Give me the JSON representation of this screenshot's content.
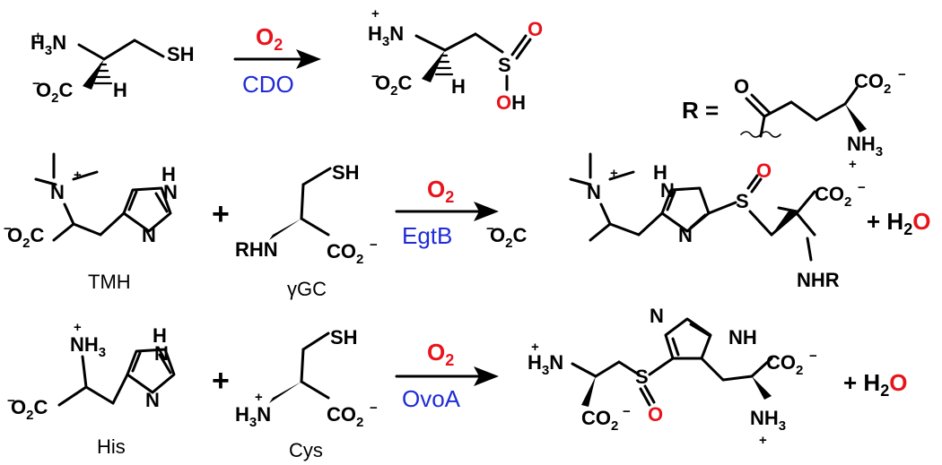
{
  "colors": {
    "oxygen": "#e8141c",
    "enzyme": "#1f2bd6",
    "ink": "#000000"
  },
  "reactions": [
    {
      "oxidant": "O2",
      "enzyme": "CDO"
    },
    {
      "oxidant": "O2",
      "enzyme": "EgtB"
    },
    {
      "oxidant": "O2",
      "enzyme": "OvoA"
    }
  ],
  "labels": {
    "tmh": "TMH",
    "ggc": "γGC",
    "his": "His",
    "cys": "Cys"
  },
  "r_definition": "R =",
  "plus": "+",
  "water": "+ H2O"
}
